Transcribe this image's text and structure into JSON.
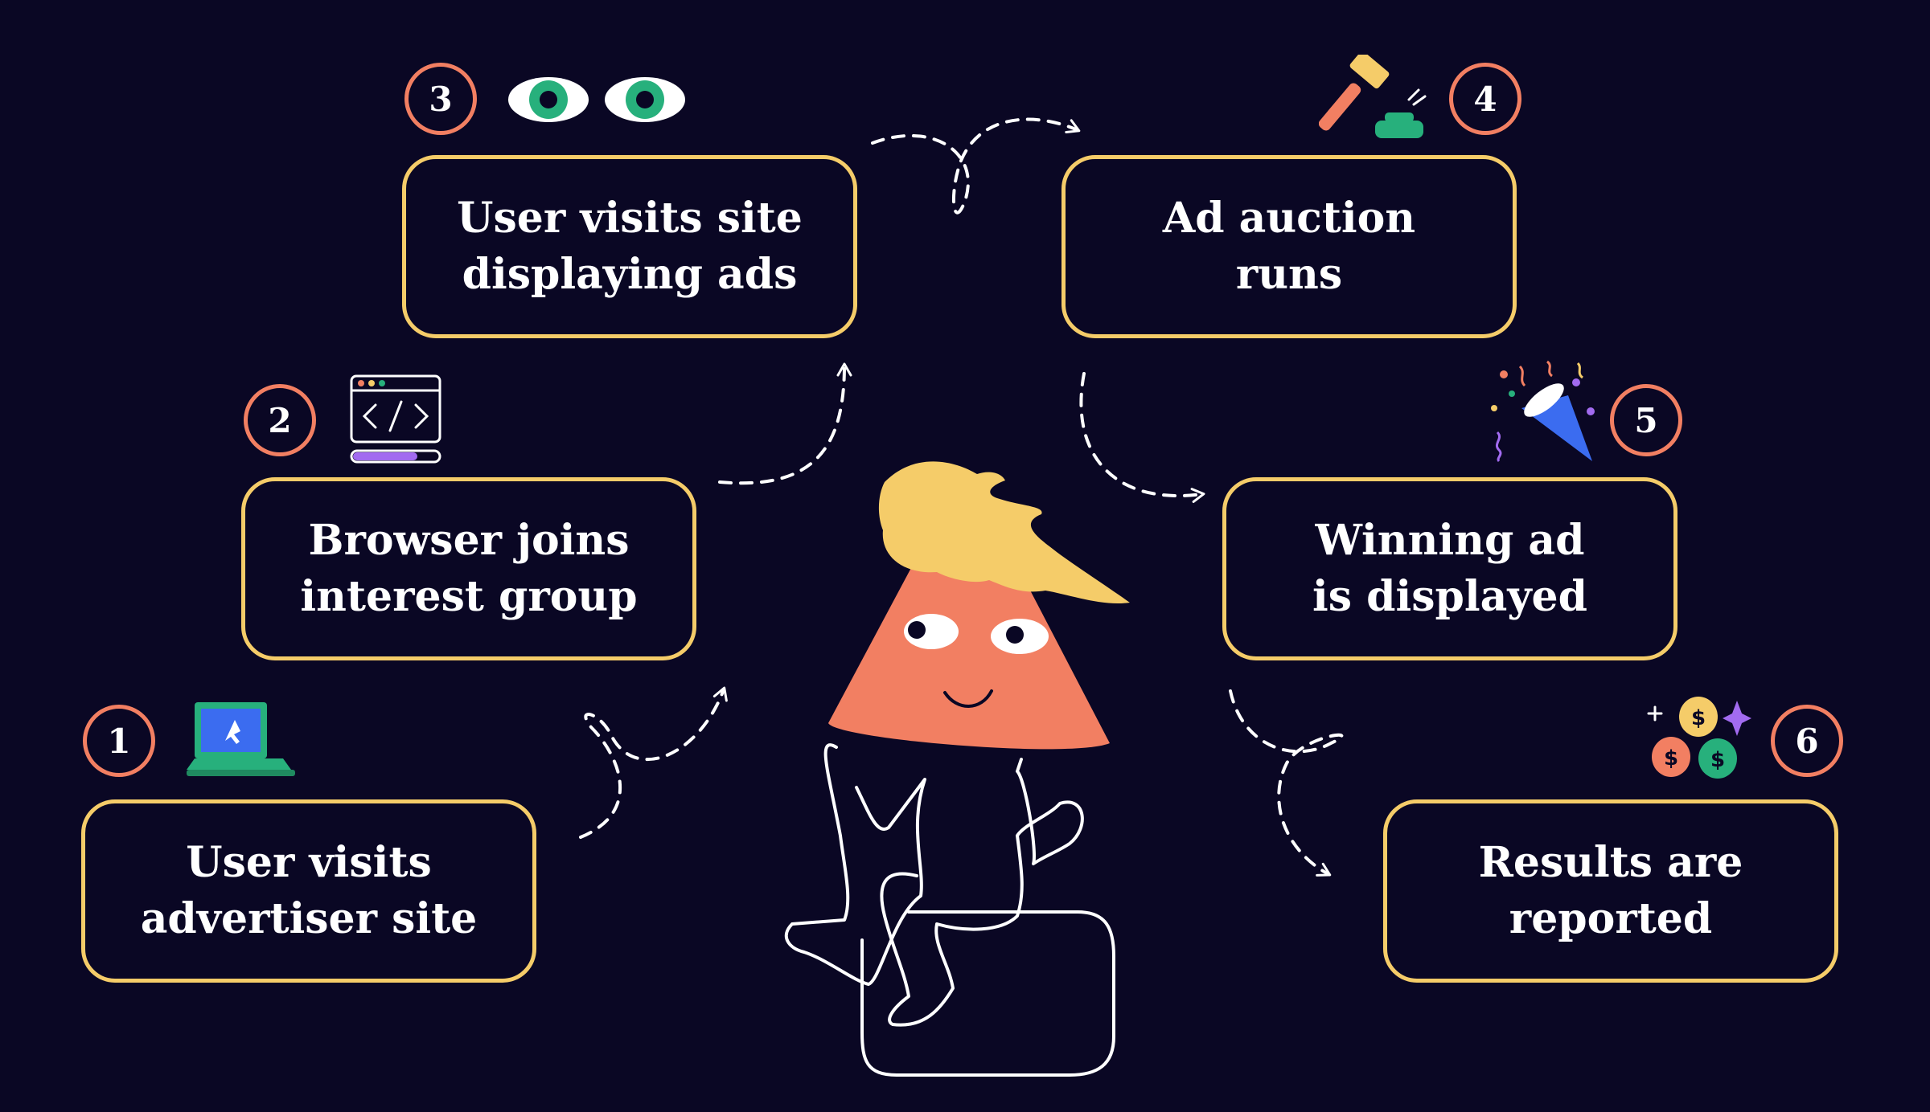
{
  "steps": [
    {
      "number": "1",
      "label": "User visits\nadvertiser site",
      "icon": "laptop-icon"
    },
    {
      "number": "2",
      "label": "Browser joins\ninterest group",
      "icon": "code-window-icon"
    },
    {
      "number": "3",
      "label": "User visits site\ndisplaying ads",
      "icon": "eyes-icon"
    },
    {
      "number": "4",
      "label": "Ad auction\nruns",
      "icon": "gavel-icon"
    },
    {
      "number": "5",
      "label": "Winning ad\nis displayed",
      "icon": "party-popper-icon"
    },
    {
      "number": "6",
      "label": "Results are\nreported",
      "icon": "coins-icon"
    }
  ],
  "colors": {
    "background": "#0a0724",
    "box_border": "#f5cc69",
    "badge_border": "#f27f62",
    "text": "#ffffff",
    "arrow": "#ffffff",
    "mascot_body": "#f27f62",
    "mascot_hair": "#f5cc69"
  },
  "mascot": "cone-character-illustration"
}
